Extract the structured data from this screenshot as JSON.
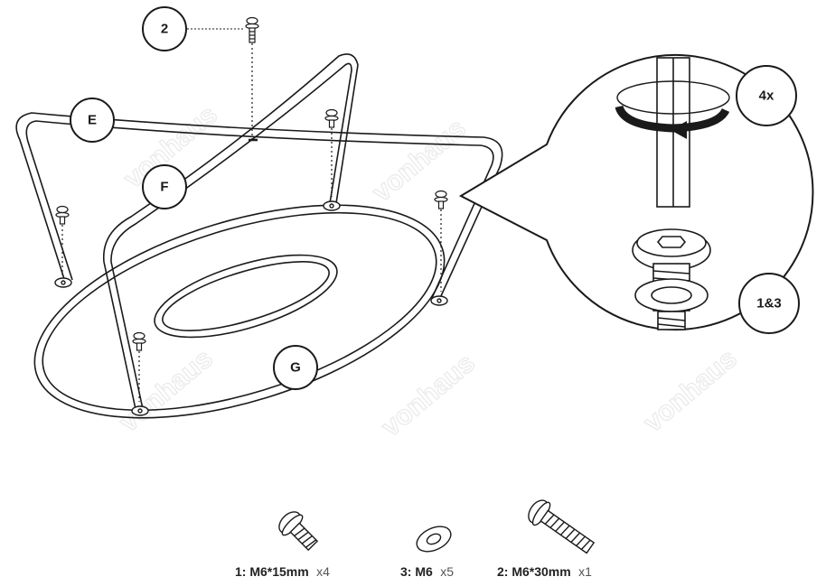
{
  "callouts": {
    "part_e": "E",
    "part_f": "F",
    "part_g": "G",
    "screw_ref": "2"
  },
  "detail": {
    "turn_count": "4x",
    "hardware_ref": "1&3"
  },
  "watermark": "vonhaus",
  "hardware": [
    {
      "name": "1: M6*15mm",
      "qty": "x4"
    },
    {
      "name": "3: M6",
      "qty": "x5"
    },
    {
      "name": "2: M6*30mm",
      "qty": "x1"
    }
  ]
}
